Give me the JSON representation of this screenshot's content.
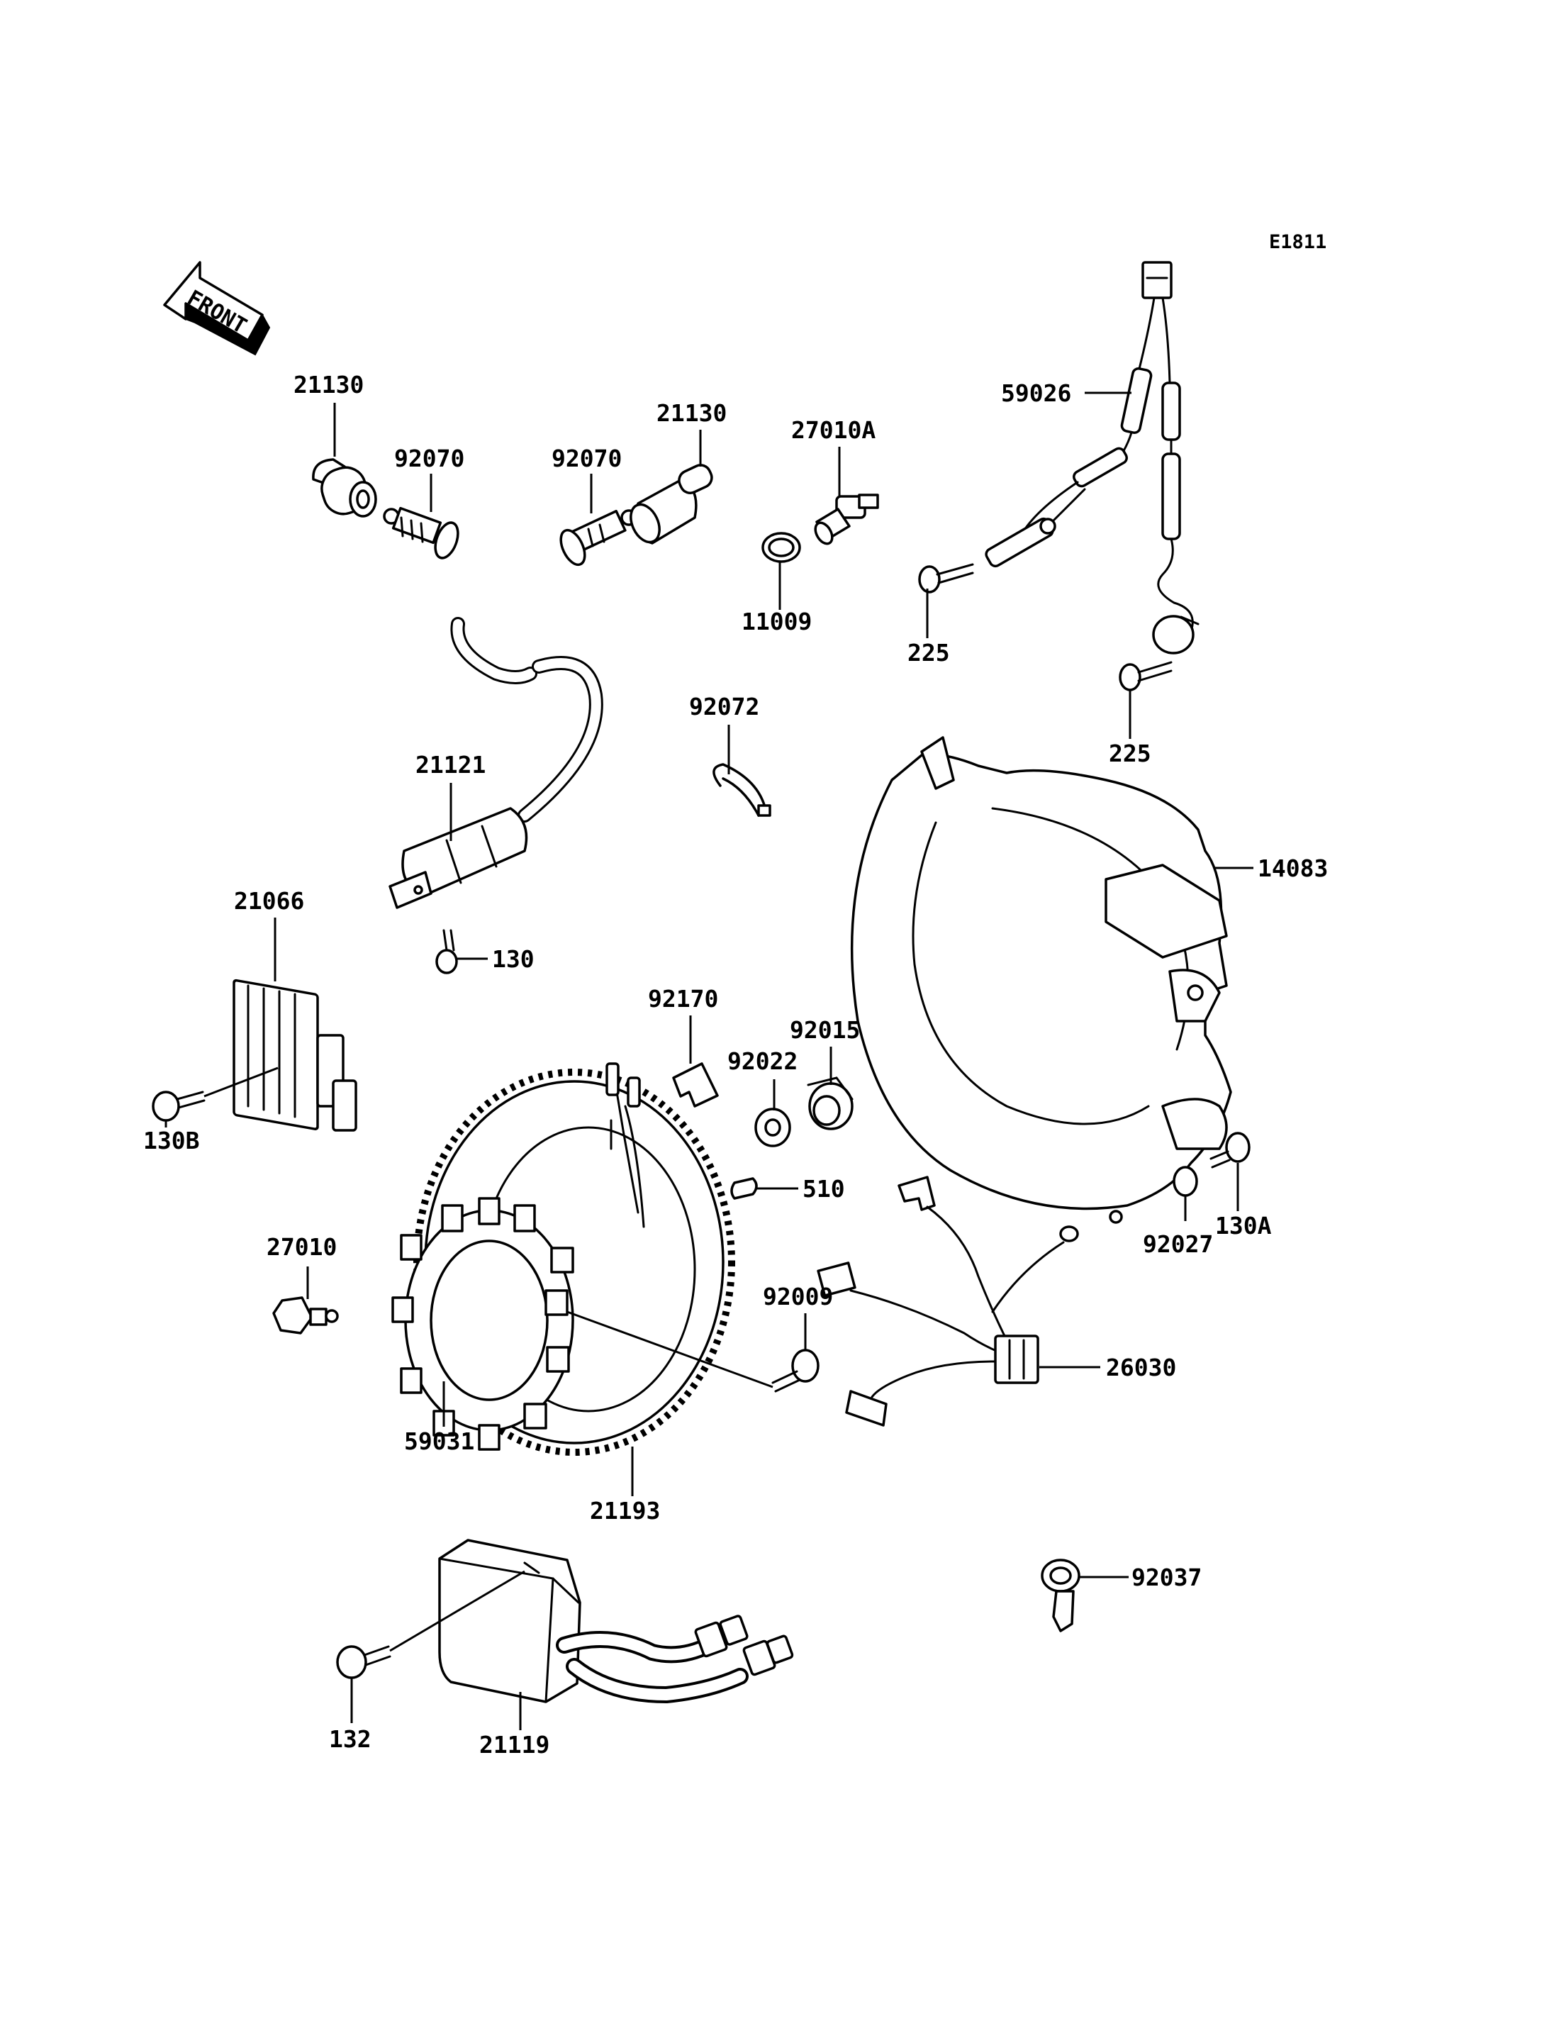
{
  "diagram_code": "E1811",
  "front_label": "FRONT",
  "callouts": [
    {
      "id": "c21130a",
      "label": "21130"
    },
    {
      "id": "c92070a",
      "label": "92070"
    },
    {
      "id": "c92070b",
      "label": "92070"
    },
    {
      "id": "c21130b",
      "label": "21130"
    },
    {
      "id": "c27010A",
      "label": "27010A"
    },
    {
      "id": "c11009",
      "label": "11009"
    },
    {
      "id": "c59026",
      "label": "59026"
    },
    {
      "id": "c225a",
      "label": "225"
    },
    {
      "id": "c225b",
      "label": "225"
    },
    {
      "id": "c92072",
      "label": "92072"
    },
    {
      "id": "c21121",
      "label": "21121"
    },
    {
      "id": "c14083",
      "label": "14083"
    },
    {
      "id": "c21066",
      "label": "21066"
    },
    {
      "id": "c130",
      "label": "130"
    },
    {
      "id": "c130B",
      "label": "130B"
    },
    {
      "id": "c92170",
      "label": "92170"
    },
    {
      "id": "c92015",
      "label": "92015"
    },
    {
      "id": "c92022",
      "label": "92022"
    },
    {
      "id": "c510",
      "label": "510"
    },
    {
      "id": "c130A",
      "label": "130A"
    },
    {
      "id": "c92027",
      "label": "92027"
    },
    {
      "id": "c27010",
      "label": "27010"
    },
    {
      "id": "c92009",
      "label": "92009"
    },
    {
      "id": "c26030",
      "label": "26030"
    },
    {
      "id": "c59031",
      "label": "59031"
    },
    {
      "id": "c21193",
      "label": "21193"
    },
    {
      "id": "c92037",
      "label": "92037"
    },
    {
      "id": "c132",
      "label": "132"
    },
    {
      "id": "c21119",
      "label": "21119"
    }
  ]
}
